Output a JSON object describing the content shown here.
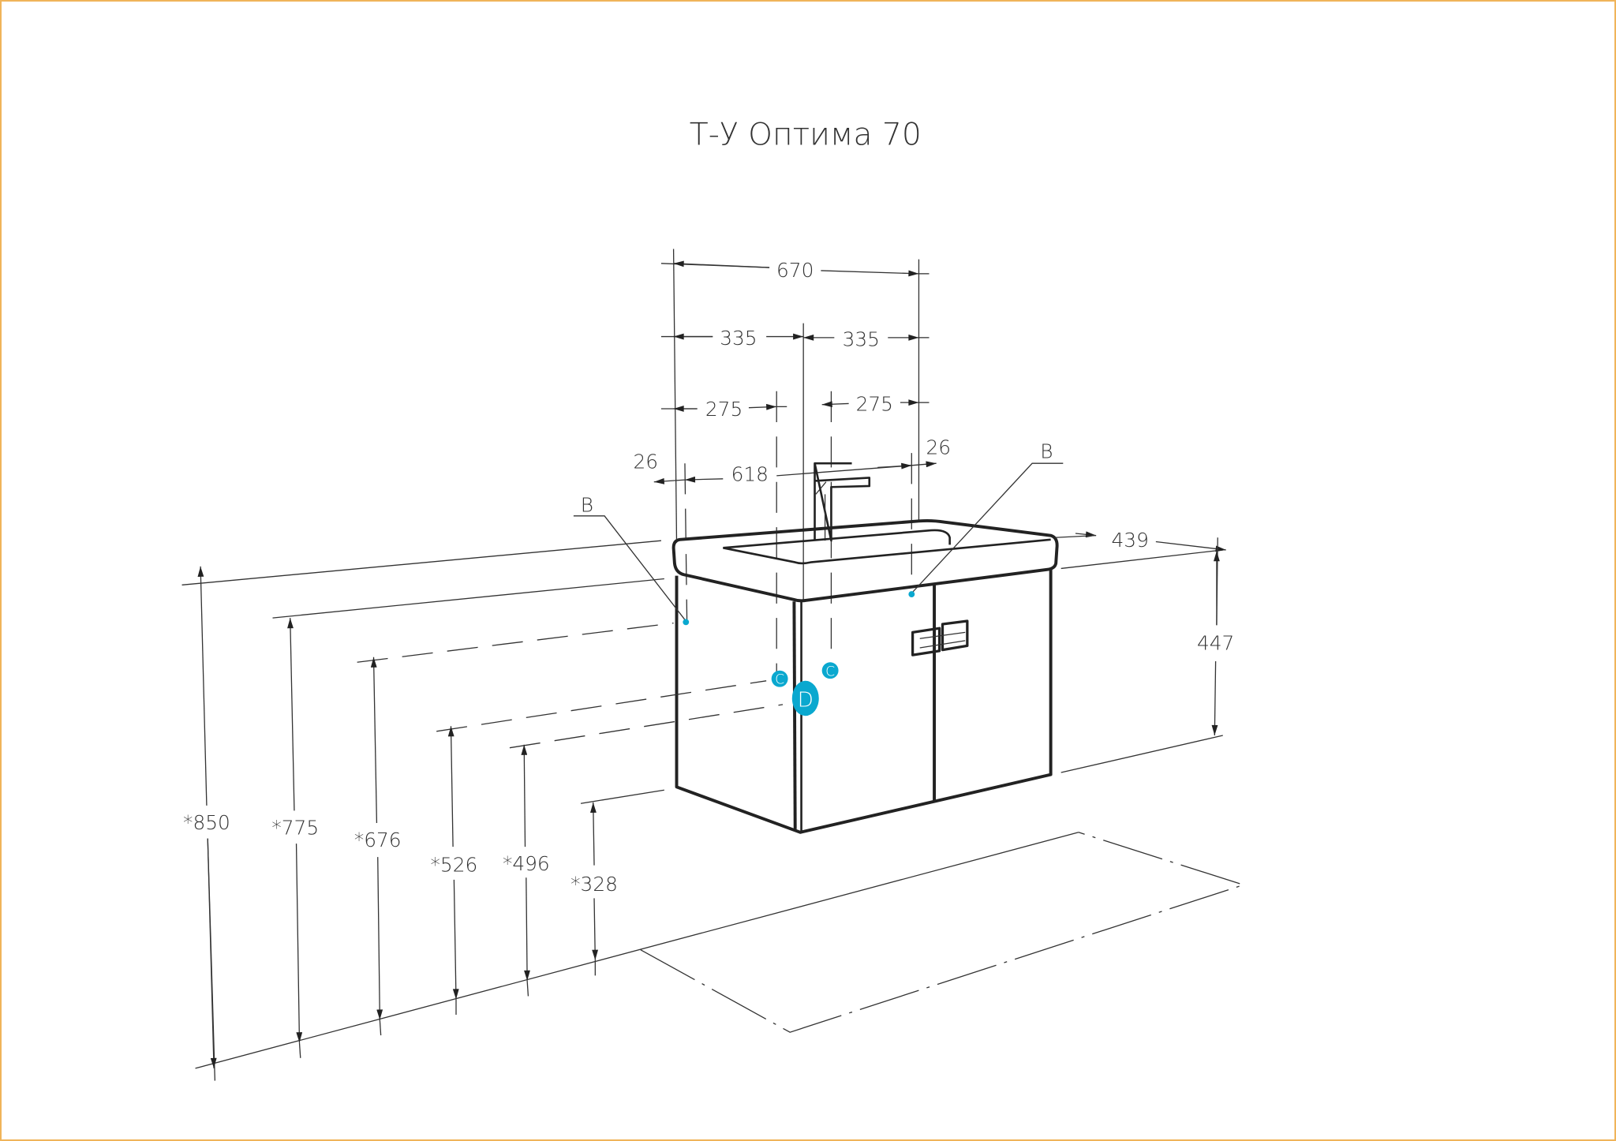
{
  "title": "Т-У Оптима 70",
  "dimensions": {
    "total_width": "670",
    "half_left": "335",
    "half_right": "335",
    "offset_left": "275",
    "offset_right": "275",
    "inner_width": "618",
    "edge_left": "26",
    "edge_right": "26",
    "depth": "439",
    "cabinet_height": "447"
  },
  "heights": [
    "*850",
    "*775",
    "*676",
    "*526",
    "*496",
    "*328"
  ],
  "callouts": {
    "b_left": "B",
    "b_right": "B",
    "c_left": "C",
    "c_right": "C",
    "d": "D"
  },
  "colors": {
    "frame": "#f0b45a",
    "marker": "#0aa8cf"
  }
}
